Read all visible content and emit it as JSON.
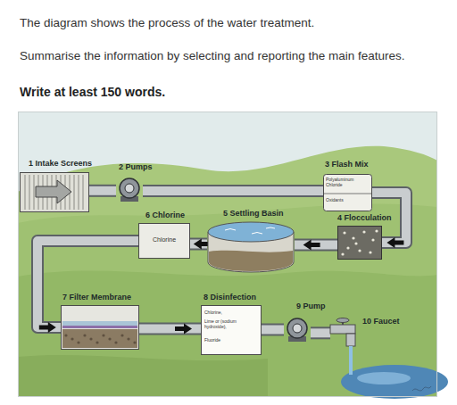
{
  "diagram": {
    "title": "The diagram shows the process of the water treatment.",
    "nodes": [
      {
        "text": [
          "1 Intake Screens"
        ]
      },
      {
        "text": [
          "2 Pumps"
        ]
      },
      {
        "text": [
          "3 Flash Mix",
          "Polyaluminum Chloride",
          "Oxidants"
        ]
      },
      {
        "text": [
          "4 Flocculation"
        ]
      },
      {
        "text": [
          "5 Settling Basin"
        ]
      },
      {
        "text": [
          "6 Chlorine",
          "Chlorine"
        ]
      },
      {
        "text": [
          "7 Filter Membrane"
        ]
      },
      {
        "text": [
          "8 Disinfection",
          "Chlorine,",
          "Lime or (sodium hydroxide),",
          "Fluoride"
        ]
      },
      {
        "text": [
          "9 Pump"
        ]
      },
      {
        "text": [
          "10 Faucet"
        ]
      }
    ],
    "edges": [
      {
        "from": 0,
        "to": 1,
        "arrow": "none"
      },
      {
        "from": 1,
        "to": 2,
        "arrow": "none"
      },
      {
        "from": 2,
        "to": 3,
        "arrow": "to"
      },
      {
        "from": 3,
        "to": 4,
        "arrow": "to"
      },
      {
        "from": 4,
        "to": 5,
        "arrow": "to"
      },
      {
        "from": 5,
        "to": 6,
        "arrow": "to"
      },
      {
        "from": 6,
        "to": 7,
        "arrow": "to"
      },
      {
        "from": 7,
        "to": 8,
        "arrow": "none"
      },
      {
        "from": 8,
        "to": 9,
        "arrow": "none"
      }
    ],
    "labels": [
      "Summarise the information by selecting and reporting the main features.",
      "Write at least 150 words."
    ]
  }
}
